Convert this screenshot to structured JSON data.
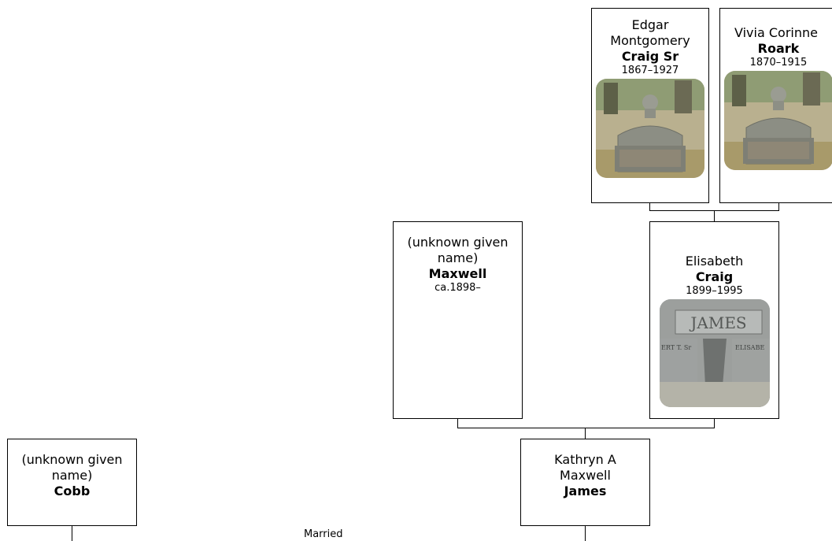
{
  "people": {
    "edgar": {
      "given": "Edgar Montgomery",
      "surname": "Craig Sr",
      "dates": "1867–1927",
      "photo": "headstone-photo"
    },
    "vivia": {
      "given": "Vivia Corinne",
      "surname": "Roark",
      "dates": "1870–1915",
      "photo": "headstone-photo"
    },
    "maxwell": {
      "given": "(unknown given name)",
      "surname": "Maxwell",
      "dates": "ca.1898–"
    },
    "elisabeth": {
      "given": "Elisabeth",
      "surname": "Craig",
      "dates": "1899–1995",
      "photo": "headstone-photo",
      "photo_text": {
        "name": "JAMES",
        "left": "ERT T. Sr",
        "right": "ELISABE"
      }
    },
    "cobb": {
      "given": "(unknown given name)",
      "surname": "Cobb"
    },
    "kathryn": {
      "given": "Kathryn A Maxwell",
      "surname": "James"
    }
  },
  "relations": {
    "married_label": "Married"
  }
}
